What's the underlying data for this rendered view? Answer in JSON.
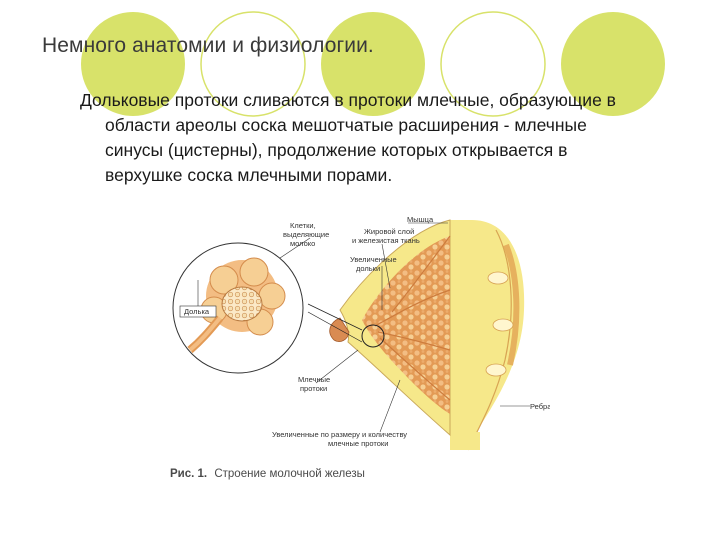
{
  "slide": {
    "title": "Немного анатомии и физиологии.",
    "body_lines": [
      "Дольковые протоки сливаются в протоки млечные, образующие в",
      "области ареолы соска мешотчатые расширения - млечные",
      "синусы (цистерны), продолжение которых открывается в",
      "верхушке соска млечными порами."
    ]
  },
  "figure": {
    "labels": {
      "cells_l1": "Клетки,",
      "cells_l2": "выделяющие",
      "cells_l3": "молоко",
      "muscle": "Мышца",
      "fat_l1": "Жировой слой",
      "fat_l2": "и железистая ткань",
      "enlarged_l1": "Увеличенные",
      "enlarged_l2": "дольки",
      "lobule": "Долька",
      "milk_ducts_l1": "Млечные",
      "milk_ducts_l2": "протоки",
      "ribs": "Ребра",
      "bottom_l1": "Увеличенные по размеру и количеству",
      "bottom_l2": "млечные протоки"
    },
    "caption_prefix": "Рис. 1.",
    "caption": "Строение молочной железы"
  },
  "colors": {
    "decor_circle": "#d8e26a",
    "tissue_yellow": "#f6e88a",
    "tissue_orange": "#e39a55",
    "tissue_light": "#f3bd83"
  }
}
